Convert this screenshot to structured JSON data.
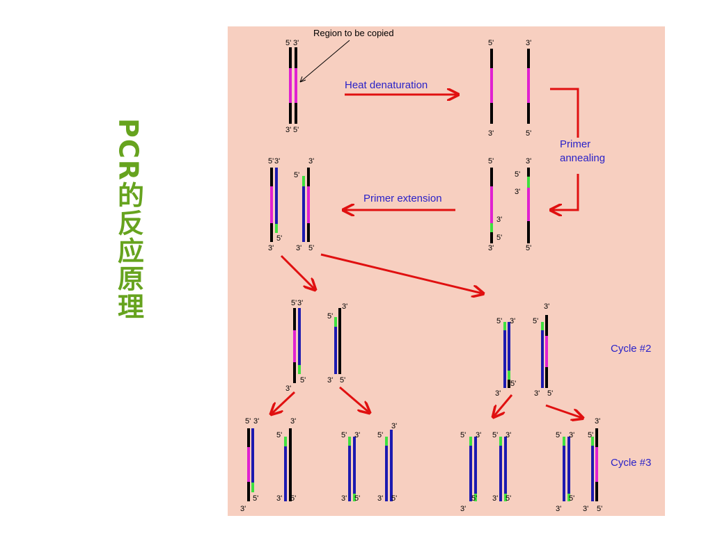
{
  "title": "PCR的反应原理",
  "callout": "Region to be copied",
  "steps": {
    "heat": "Heat denaturation",
    "primer_line1": "Primer",
    "primer_line2": "annealing",
    "extension": "Primer extension"
  },
  "cycles": {
    "cycle2": "Cycle #2",
    "cycle3": "Cycle #3"
  },
  "end_labels": {
    "five": "5'",
    "three": "3'"
  },
  "colors": {
    "background": "#f7cfc0",
    "template_strand": "#000000",
    "target_region": "#e021d0",
    "new_strand": "#1c1ab0",
    "primer": "#3fe03f",
    "arrow": "#e01010",
    "step_text": "#2a22c8",
    "title_text": "#66a31e"
  }
}
